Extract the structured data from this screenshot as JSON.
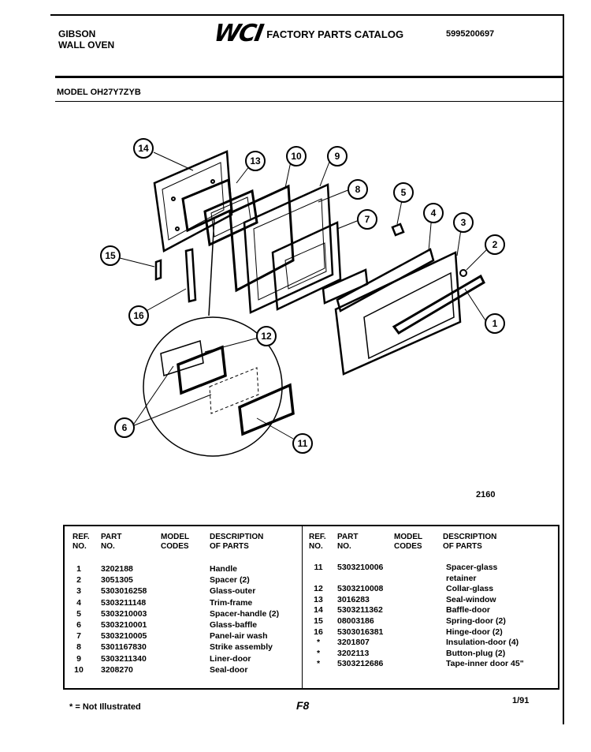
{
  "header": {
    "brand": "GIBSON",
    "product": "WALL OVEN",
    "logo": "WCI",
    "catalog_title": "FACTORY PARTS CATALOG",
    "catalog_number": "5995200697",
    "model_label": "MODEL OH27Y7ZYB"
  },
  "figure": {
    "number": "2160"
  },
  "parts_table": {
    "headers": {
      "ref": "REF.\nNO.",
      "part": "PART\nNO.",
      "model": "MODEL\nCODES",
      "desc": "DESCRIPTION\nOF PARTS"
    },
    "left": [
      {
        "ref": "1",
        "part": "3202188",
        "desc": "Handle"
      },
      {
        "ref": "2",
        "part": "3051305",
        "desc": "Spacer (2)"
      },
      {
        "ref": "3",
        "part": "5303016258",
        "desc": "Glass-outer"
      },
      {
        "ref": "4",
        "part": "5303211148",
        "desc": "Trim-frame"
      },
      {
        "ref": "5",
        "part": "5303210003",
        "desc": "Spacer-handle (2)"
      },
      {
        "ref": "6",
        "part": "5303210001",
        "desc": "Glass-baffle"
      },
      {
        "ref": "7",
        "part": "5303210005",
        "desc": "Panel-air wash"
      },
      {
        "ref": "8",
        "part": "5301167830",
        "desc": "Strike assembly"
      },
      {
        "ref": "9",
        "part": "5303211340",
        "desc": "Liner-door"
      },
      {
        "ref": "10",
        "part": "3208270",
        "desc": "Seal-door"
      }
    ],
    "right": [
      {
        "ref": "11",
        "part": "5303210006",
        "desc": "Spacer-glass"
      },
      {
        "ref": "",
        "part": "",
        "desc": "retainer"
      },
      {
        "ref": "12",
        "part": "5303210008",
        "desc": "Collar-glass"
      },
      {
        "ref": "13",
        "part": "3016283",
        "desc": "Seal-window"
      },
      {
        "ref": "14",
        "part": "5303211362",
        "desc": "Baffle-door"
      },
      {
        "ref": "15",
        "part": "08003186",
        "desc": "Spring-door (2)"
      },
      {
        "ref": "16",
        "part": "5303016381",
        "desc": "Hinge-door (2)"
      },
      {
        "ref": "*",
        "part": "3201807",
        "desc": "Insulation-door (4)"
      },
      {
        "ref": "*",
        "part": "3202113",
        "desc": "Button-plug (2)"
      },
      {
        "ref": "*",
        "part": "5303212686",
        "desc": "Tape-inner door 45\""
      }
    ]
  },
  "footer": {
    "note": "* = Not Illustrated",
    "page": "F8",
    "date": "1/91"
  },
  "callouts": [
    "1",
    "2",
    "3",
    "4",
    "5",
    "6",
    "7",
    "8",
    "9",
    "10",
    "11",
    "12",
    "13",
    "14",
    "15",
    "16"
  ]
}
